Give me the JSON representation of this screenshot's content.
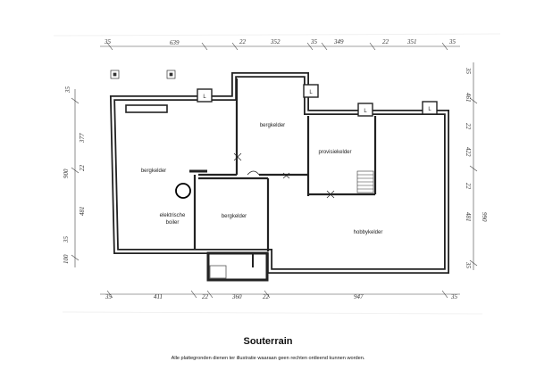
{
  "rooms": {
    "bergkelder_left": "bergkelder",
    "bergkelder_top": "bergkelder",
    "bergkelder_middle": "bergkelder",
    "provisiekelder": "provisiekelder",
    "hobbykelder": "hobbykelder",
    "boiler_line1": "elektrische",
    "boiler_line2": "boiler",
    "light_marker": "L"
  },
  "dimensions": {
    "top": [
      "35",
      "639",
      "22",
      "352",
      "35",
      "349",
      "22",
      "351",
      "35"
    ],
    "bottom": [
      "35",
      "411",
      "22",
      "360",
      "22",
      "947",
      "35"
    ],
    "left": [
      "35",
      "377",
      "22",
      "900",
      "481",
      "35",
      "100"
    ],
    "right": [
      "35",
      "461",
      "22",
      "422",
      "22",
      "481",
      "35",
      "990"
    ]
  },
  "caption": {
    "title": "Souterrain",
    "disclaimer": "Alle plattegronden dienen ter illustratie waaraan geen rechten ontleend kunnen worden."
  }
}
